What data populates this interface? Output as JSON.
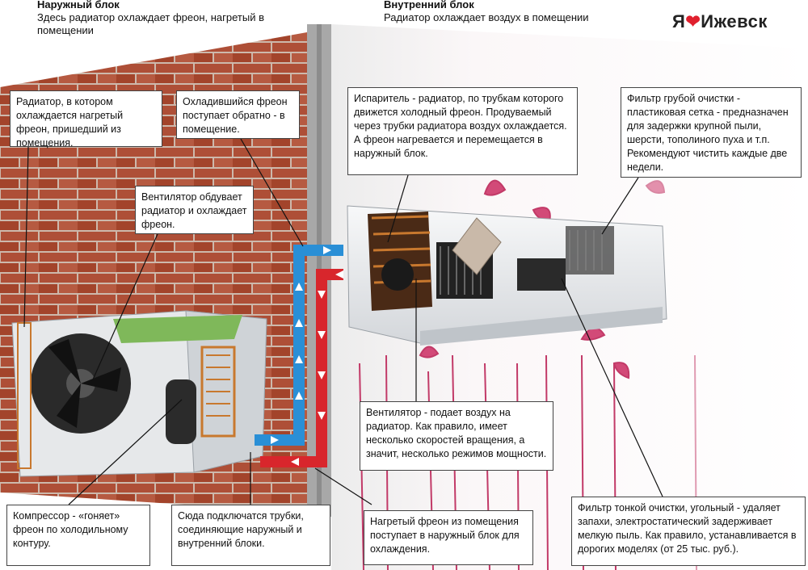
{
  "brand": {
    "prefix": "Я",
    "heart": "❤",
    "name": "Ижевск"
  },
  "headings": {
    "outdoor": {
      "title": "Наружный блок",
      "subtitle": "Здесь радиатор охлаждает фреон, нагретый в помещении"
    },
    "indoor": {
      "title": "Внутренний блок",
      "subtitle": "Радиатор охлаждает воздух в помещении"
    }
  },
  "callouts": {
    "radiator": "Радиатор, в котором охлаждается нагретый фреон, пришедший из помещения.",
    "cooled_freon": "Охладившийся фреон поступает обратно - в помещение.",
    "fan_outdoor": "Вентилятор обдувает радиатор и охлаждает фреон.",
    "compressor": "Компрессор - «гоняет» фреон по холодильному контуру.",
    "pipes": "Сюда подключатся трубки, соединяющие наружный и внутренний блоки.",
    "evaporator": "Испаритель - радиатор, по трубкам которого движется холодный фреон. Продуваемый через трубки радиатора воздух охлаждается. А фреон нагревается и перемещается в наружный блок.",
    "coarse_filter": "Фильтр грубой очистки - пластиковая сетка - предназначен для задержки крупной пыли, шерсти, тополиного пуха и т.п. Рекомендуют чистить каждые две недели.",
    "fan_indoor": "Вентилятор - подает воздух на радиатор. Как правило, имеет несколько скоростей вращения, а значит, несколько режимов мощности.",
    "heated_freon": "Нагретый фреон из помещения поступает в наружный блок для охлаждения.",
    "fine_filter": "Фильтр тонкой очистки, угольный - удаляет запахи, электростатический задерживает мелкую пыль. Как правило, устанавливается в дорогих моделях (от 25 тыс. руб.)."
  },
  "colors": {
    "brick": "#b5553d",
    "mortar": "#ddd2c8",
    "wall_edge": "#9a9a9a",
    "cold_pipe": "#2a8fd6",
    "hot_pipe": "#d8262c",
    "indoor_wall": "#f4eef0",
    "flower": "#d24a78",
    "unit_body": "#eceef0",
    "copper": "#c8782e"
  }
}
